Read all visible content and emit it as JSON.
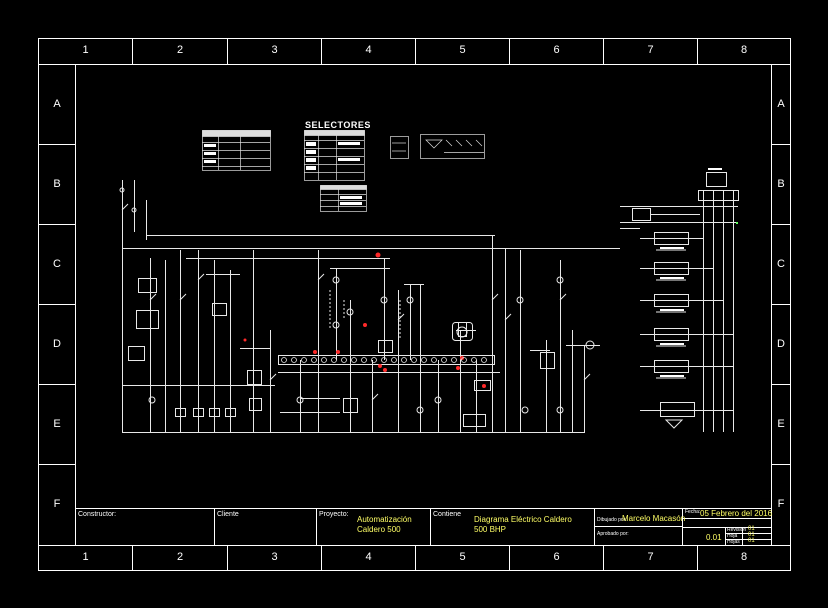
{
  "columns": [
    "1",
    "2",
    "3",
    "4",
    "5",
    "6",
    "7",
    "8"
  ],
  "rows": [
    "A",
    "B",
    "C",
    "D",
    "E",
    "F"
  ],
  "diagram": {
    "selectors_title": "SELECTORES"
  },
  "title_block": {
    "constructor_label": "Constructor:",
    "client_label": "Cliente",
    "project_label": "Proyecto:",
    "project_value_line1": "Automatización",
    "project_value_line2": "Caldero 500",
    "content_label": "Contiene",
    "content_value_line1": "Diagrama Eléctrico Caldero",
    "content_value_line2": "500 BHP",
    "drawn_label": "Dibujado por:",
    "drawn_value": "Marcelo Macasón",
    "approved_label": "Aprobado por:",
    "date_label": "Fecha:",
    "date_value": "05 Febrero del 2016",
    "number_value": "0.01",
    "sheet_labels": [
      "Revisión",
      "Hoja",
      "Hojas"
    ],
    "sheet_values": [
      "01",
      "01",
      "01"
    ]
  },
  "colors": {
    "frame": "#ffffff",
    "wire": "#e8e8e8",
    "accent_red": "#ff2a2a",
    "accent_yellow": "#ffff66",
    "accent_green": "#5cff5c"
  }
}
